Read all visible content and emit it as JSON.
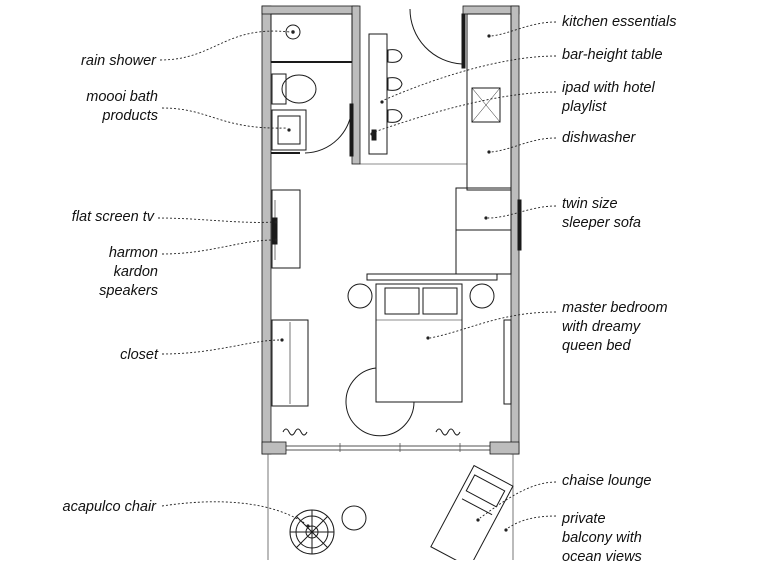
{
  "labels_left": [
    {
      "key": "rain-shower",
      "text": "rain shower"
    },
    {
      "key": "moooi-bath-products",
      "text": "moooi bath\nproducts"
    },
    {
      "key": "flat-screen-tv",
      "text": "flat screen tv"
    },
    {
      "key": "harmon-kardon-speakers",
      "text": "harmon\nkardon\nspeakers"
    },
    {
      "key": "closet",
      "text": "closet"
    },
    {
      "key": "acapulco-chair",
      "text": "acapulco chair"
    }
  ],
  "labels_right": [
    {
      "key": "kitchen-essentials",
      "text": "kitchen essentials"
    },
    {
      "key": "bar-height-table",
      "text": "bar-height table"
    },
    {
      "key": "ipad-with-hotel-playlist",
      "text": "ipad with hotel\nplaylist"
    },
    {
      "key": "dishwasher",
      "text": "dishwasher"
    },
    {
      "key": "twin-size-sleeper-sofa",
      "text": "twin size\nsleeper sofa"
    },
    {
      "key": "master-bedroom",
      "text": "master bedroom\nwith dreamy\nqueen bed"
    },
    {
      "key": "chaise-lounge",
      "text": "chaise lounge"
    },
    {
      "key": "private-balcony",
      "text": "private\nbalcony with\nocean views"
    }
  ],
  "colors": {
    "wall": "#bdbdbd",
    "line": "#1a1a1a",
    "leader": "#222222"
  }
}
